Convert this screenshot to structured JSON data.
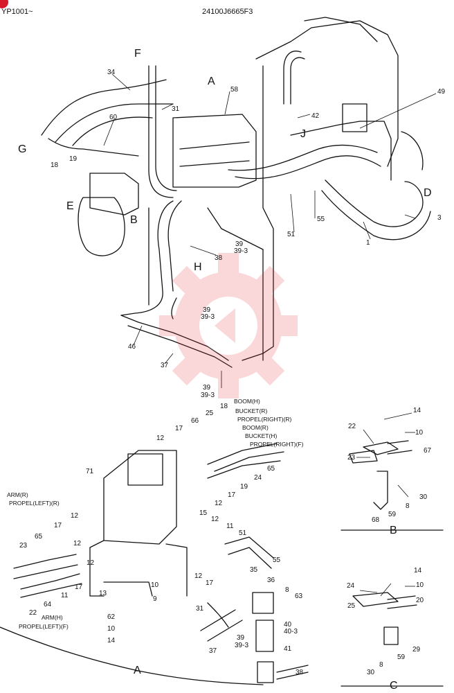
{
  "header": {
    "serial": "YP1001~",
    "part_no": "24100J6665F3"
  },
  "views": [
    "A",
    "B",
    "C",
    "D",
    "E",
    "F",
    "G",
    "H",
    "J"
  ],
  "labels": [
    {
      "k": "l34",
      "t": "34"
    },
    {
      "k": "l31",
      "t": "31"
    },
    {
      "k": "l58",
      "t": "58"
    },
    {
      "k": "l49",
      "t": "49"
    },
    {
      "k": "l60",
      "t": "60"
    },
    {
      "k": "l42",
      "t": "42"
    },
    {
      "k": "l18a",
      "t": "18"
    },
    {
      "k": "l19a",
      "t": "19"
    },
    {
      "k": "l55a",
      "t": "55"
    },
    {
      "k": "l3",
      "t": "3"
    },
    {
      "k": "l51a",
      "t": "51"
    },
    {
      "k": "l1",
      "t": "1"
    },
    {
      "k": "l38a",
      "t": "38"
    },
    {
      "k": "l39a",
      "t": "39"
    },
    {
      "k": "l393a",
      "t": "39-3"
    },
    {
      "k": "l39b",
      "t": "39"
    },
    {
      "k": "l393b",
      "t": "39-3"
    },
    {
      "k": "l46",
      "t": "46"
    },
    {
      "k": "l37a",
      "t": "37"
    },
    {
      "k": "l39c",
      "t": "39"
    },
    {
      "k": "l393c",
      "t": "39-3"
    },
    {
      "k": "l18b",
      "t": "18"
    },
    {
      "k": "l25a",
      "t": "25"
    },
    {
      "k": "l66",
      "t": "66"
    },
    {
      "k": "l17a",
      "t": "17"
    },
    {
      "k": "l12a",
      "t": "12"
    },
    {
      "k": "l65a",
      "t": "65"
    },
    {
      "k": "l24a",
      "t": "24"
    },
    {
      "k": "l19b",
      "t": "19"
    },
    {
      "k": "l17b",
      "t": "17"
    },
    {
      "k": "l12b",
      "t": "12"
    },
    {
      "k": "l71",
      "t": "71"
    },
    {
      "k": "l15",
      "t": "15"
    },
    {
      "k": "l12c",
      "t": "12"
    },
    {
      "k": "l11a",
      "t": "11"
    },
    {
      "k": "l51b",
      "t": "51"
    },
    {
      "k": "l55b",
      "t": "55"
    },
    {
      "k": "l12d",
      "t": "12"
    },
    {
      "k": "l17c",
      "t": "17"
    },
    {
      "k": "l35",
      "t": "35"
    },
    {
      "k": "l36",
      "t": "36"
    },
    {
      "k": "l8a",
      "t": "8"
    },
    {
      "k": "l63",
      "t": "63"
    },
    {
      "k": "l31b",
      "t": "31"
    },
    {
      "k": "l13",
      "t": "13"
    },
    {
      "k": "l10a",
      "t": "10"
    },
    {
      "k": "l9",
      "t": "9"
    },
    {
      "k": "l62",
      "t": "62"
    },
    {
      "k": "l10b",
      "t": "10"
    },
    {
      "k": "l14a",
      "t": "14"
    },
    {
      "k": "l37b",
      "t": "37"
    },
    {
      "k": "l39d",
      "t": "39"
    },
    {
      "k": "l393d",
      "t": "39-3"
    },
    {
      "k": "l40",
      "t": "40"
    },
    {
      "k": "l403",
      "t": "40-3"
    },
    {
      "k": "l41",
      "t": "41"
    },
    {
      "k": "l38b",
      "t": "38"
    },
    {
      "k": "l12e",
      "t": "12"
    },
    {
      "k": "l17d",
      "t": "17"
    },
    {
      "k": "l65b",
      "t": "65"
    },
    {
      "k": "l23a",
      "t": "23"
    },
    {
      "k": "l12f",
      "t": "12"
    },
    {
      "k": "l12g",
      "t": "12"
    },
    {
      "k": "l11b",
      "t": "11"
    },
    {
      "k": "l17e",
      "t": "17"
    },
    {
      "k": "l64",
      "t": "64"
    },
    {
      "k": "l22a",
      "t": "22"
    },
    {
      "k": "l14b",
      "t": "14"
    },
    {
      "k": "l10c",
      "t": "10"
    },
    {
      "k": "l22b",
      "t": "22"
    },
    {
      "k": "l67",
      "t": "67"
    },
    {
      "k": "l23b",
      "t": "23"
    },
    {
      "k": "l30a",
      "t": "30"
    },
    {
      "k": "l8b",
      "t": "8"
    },
    {
      "k": "l59a",
      "t": "59"
    },
    {
      "k": "l68",
      "t": "68"
    },
    {
      "k": "l14c",
      "t": "14"
    },
    {
      "k": "l10d",
      "t": "10"
    },
    {
      "k": "l24b",
      "t": "24"
    },
    {
      "k": "l20",
      "t": "20"
    },
    {
      "k": "l25b",
      "t": "25"
    },
    {
      "k": "l29",
      "t": "29"
    },
    {
      "k": "l59b",
      "t": "59"
    },
    {
      "k": "l8c",
      "t": "8"
    },
    {
      "k": "l30b",
      "t": "30"
    }
  ],
  "circuits": [
    {
      "k": "boom_h",
      "t": "BOOM(H)"
    },
    {
      "k": "bucket_r",
      "t": "BUCKET(R)"
    },
    {
      "k": "propel_right_r",
      "t": "PROPEL(RIGHT)(R)"
    },
    {
      "k": "boom_r",
      "t": "BOOM(R)"
    },
    {
      "k": "bucket_h",
      "t": "BUCKET(H)"
    },
    {
      "k": "propel_right_f",
      "t": "PROPEL(RIGHT)(F)"
    },
    {
      "k": "arm_r",
      "t": "ARM(R)"
    },
    {
      "k": "propel_left_r",
      "t": "PROPEL(LEFT)(R)"
    },
    {
      "k": "arm_h",
      "t": "ARM(H)"
    },
    {
      "k": "propel_left_f",
      "t": "PROPEL(LEFT)(F)"
    }
  ],
  "colors": {
    "ink": "#111111",
    "watermark": "#e8262f"
  }
}
